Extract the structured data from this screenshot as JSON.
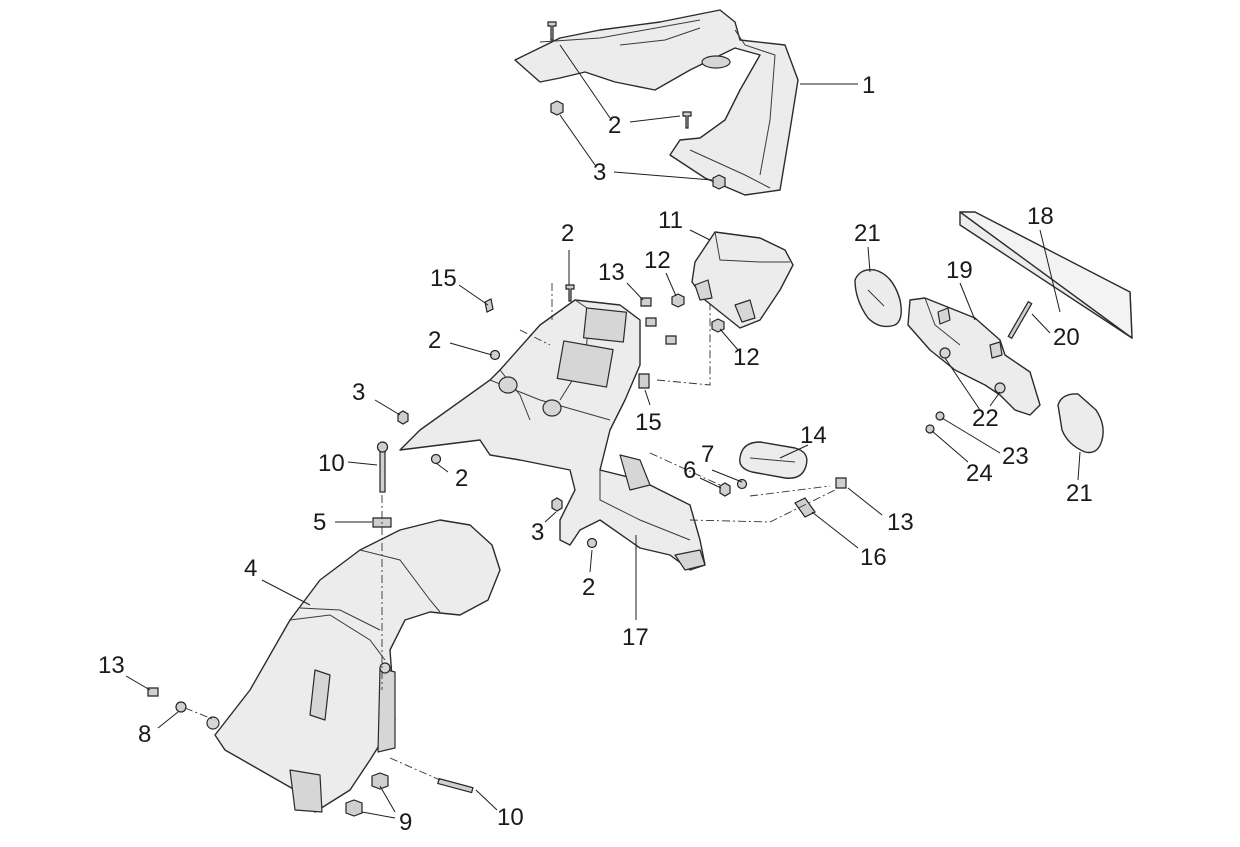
{
  "callouts": [
    {
      "id": "c1",
      "text": "1"
    },
    {
      "id": "c2a",
      "text": "2"
    },
    {
      "id": "c3a",
      "text": "3"
    },
    {
      "id": "c2b",
      "text": "2"
    },
    {
      "id": "c11",
      "text": "11"
    },
    {
      "id": "c12a",
      "text": "12"
    },
    {
      "id": "c13a",
      "text": "13"
    },
    {
      "id": "c15a",
      "text": "15"
    },
    {
      "id": "c2c",
      "text": "2"
    },
    {
      "id": "c12b",
      "text": "12"
    },
    {
      "id": "c3b",
      "text": "3"
    },
    {
      "id": "c15b",
      "text": "15"
    },
    {
      "id": "c10a",
      "text": "10"
    },
    {
      "id": "c2d",
      "text": "2"
    },
    {
      "id": "c5",
      "text": "5"
    },
    {
      "id": "c4",
      "text": "4"
    },
    {
      "id": "c3c",
      "text": "3"
    },
    {
      "id": "c2e",
      "text": "2"
    },
    {
      "id": "c17",
      "text": "17"
    },
    {
      "id": "c7",
      "text": "7"
    },
    {
      "id": "c6",
      "text": "6"
    },
    {
      "id": "c14",
      "text": "14"
    },
    {
      "id": "c13b",
      "text": "13"
    },
    {
      "id": "c16",
      "text": "16"
    },
    {
      "id": "c21a",
      "text": "21"
    },
    {
      "id": "c18",
      "text": "18"
    },
    {
      "id": "c19",
      "text": "19"
    },
    {
      "id": "c20",
      "text": "20"
    },
    {
      "id": "c22",
      "text": "22"
    },
    {
      "id": "c23",
      "text": "23"
    },
    {
      "id": "c24",
      "text": "24"
    },
    {
      "id": "c21b",
      "text": "21"
    },
    {
      "id": "c13c",
      "text": "13"
    },
    {
      "id": "c8",
      "text": "8"
    },
    {
      "id": "c9",
      "text": "9"
    },
    {
      "id": "c10b",
      "text": "10"
    }
  ]
}
